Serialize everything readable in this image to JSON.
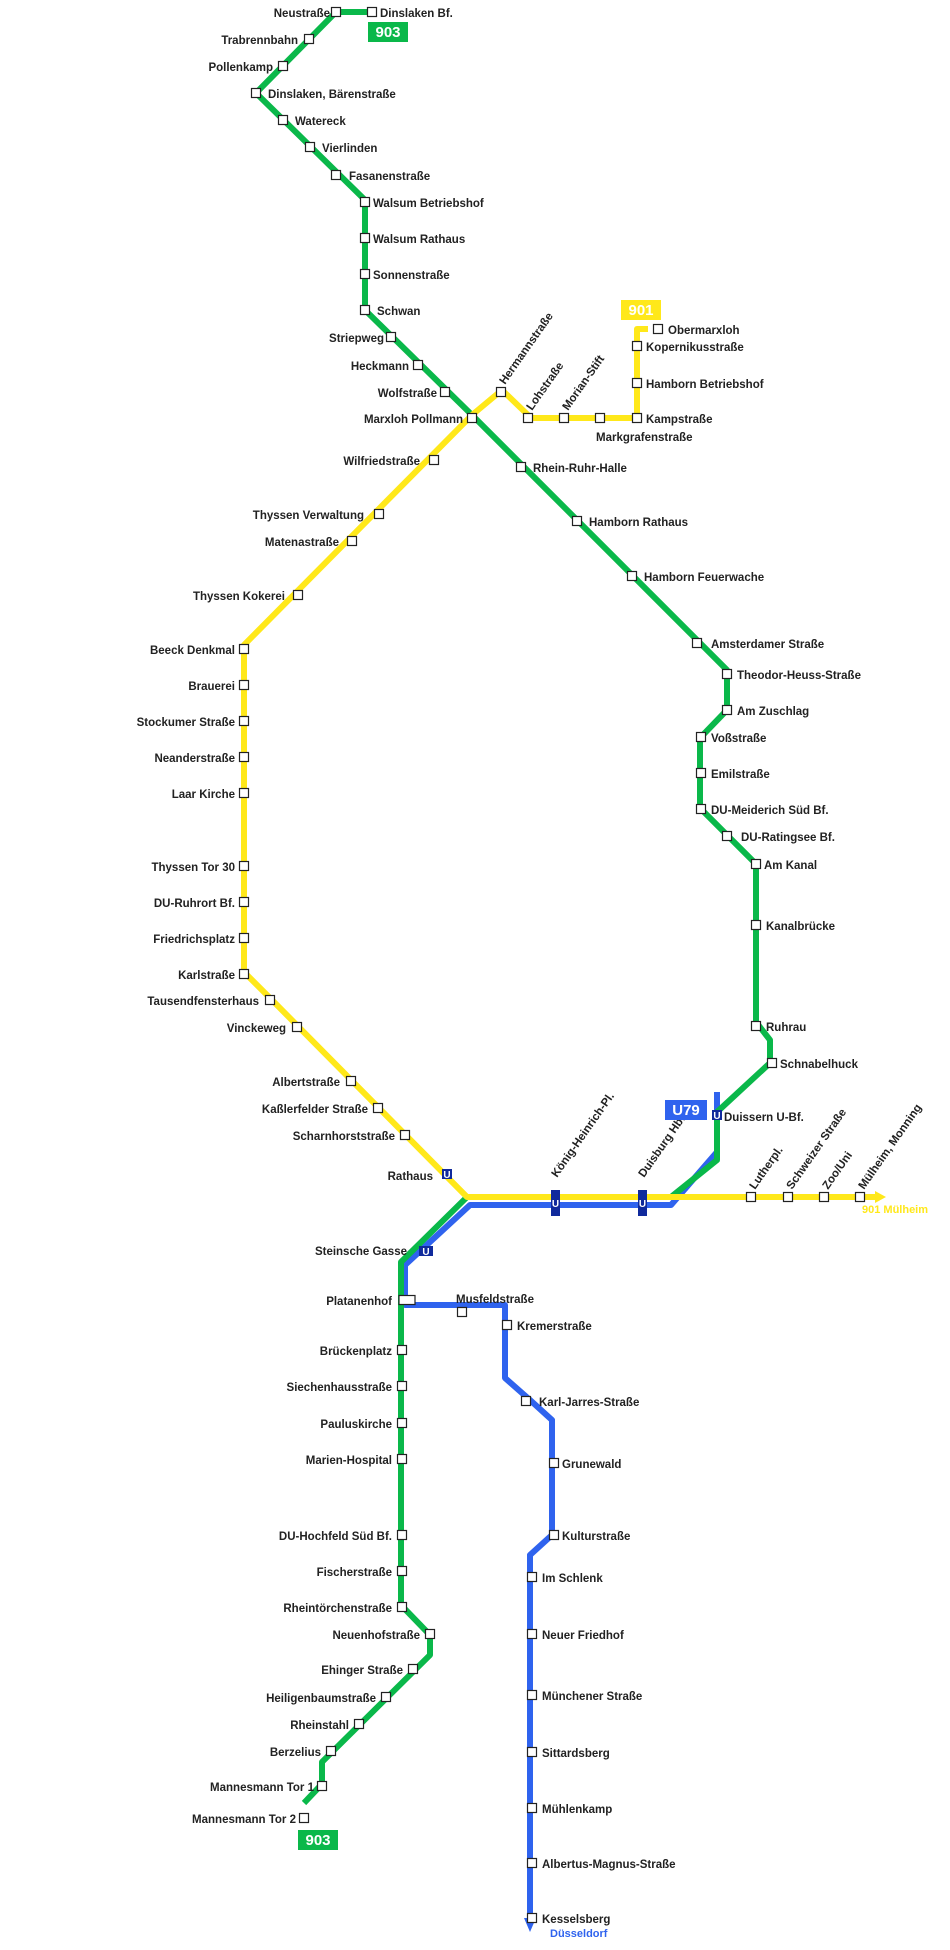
{
  "lines": {
    "line_903": {
      "label": "903",
      "color": "#0ab84a"
    },
    "line_901": {
      "label": "901",
      "color": "#ffe81a"
    },
    "line_u79": {
      "label": "U79",
      "color": "#2f63ee"
    }
  },
  "u_symbol": "U",
  "colors": {
    "station_fill": "#ffffff",
    "station_stroke": "#222222",
    "text": "#222222",
    "u_station": "#102a9c"
  },
  "destinations": {
    "muelheim": "901 Mülheim",
    "duesseldorf": "Düsseldorf"
  },
  "stations": [
    "Neustraße",
    "Dinslaken Bf.",
    "Trabrennbahn",
    "Pollenkamp",
    "Dinslaken, Bärenstraße",
    "Watereck",
    "Vierlinden",
    "Fasanenstraße",
    "Walsum Betriebshof",
    "Walsum Rathaus",
    "Sonnenstraße",
    "Schwan",
    "Striepweg",
    "Heckmann",
    "Wolfstraße",
    "Marxloh Pollmann",
    "Hermannstraße",
    "Lohstraße",
    "Morian-Stift",
    "Markgrafenstraße",
    "Kampstraße",
    "Hamborn Betriebshof",
    "Kopernikusstraße",
    "Obermarxloh",
    "Rhein-Ruhr-Halle",
    "Hamborn Rathaus",
    "Hamborn Feuerwache",
    "Amsterdamer Straße",
    "Theodor-Heuss-Straße",
    "Am Zuschlag",
    "Voßstraße",
    "Emilstraße",
    "DU-Meiderich Süd Bf.",
    "DU-Ratingsee Bf.",
    "Am Kanal",
    "Kanalbrücke",
    "Ruhrau",
    "Schnabelhuck",
    "Duissern U-Bf.",
    "Wilfriedstraße",
    "Thyssen Verwaltung",
    "Matenastraße",
    "Thyssen Kokerei",
    "Beeck Denkmal",
    "Brauerei",
    "Stockumer Straße",
    "Neanderstraße",
    "Laar Kirche",
    "Thyssen Tor 30",
    "DU-Ruhrort Bf.",
    "Friedrichsplatz",
    "Karlstraße",
    "Tausendfensterhaus",
    "Vinckeweg",
    "Albertstraße",
    "Kaßlerfelder Straße",
    "Scharnhorststraße",
    "Rathaus",
    "König-Heinrich-Pl.",
    "Duisburg Hbf",
    "Lutherpl.",
    "Schweizer Straße",
    "Zoo/Uni",
    "Mülheim, Monning",
    "Steinsche Gasse",
    "Platanenhof",
    "Musfeldstraße",
    "Kremerstraße",
    "Karl-Jarres-Straße",
    "Grunewald",
    "Kulturstraße",
    "Im Schlenk",
    "Neuer Friedhof",
    "Münchener Straße",
    "Sittardsberg",
    "Mühlenkamp",
    "Albertus-Magnus-Straße",
    "Kesselsberg",
    "Brückenplatz",
    "Siechenhausstraße",
    "Pauluskirche",
    "Marien-Hospital",
    "DU-Hochfeld Süd Bf.",
    "Fischerstraße",
    "Rheintörchenstraße",
    "Neuenhofstraße",
    "Ehinger Straße",
    "Heiligenbaumstraße",
    "Rheinstahl",
    "Berzelius",
    "Mannesmann Tor 1",
    "Mannesmann Tor 2"
  ]
}
